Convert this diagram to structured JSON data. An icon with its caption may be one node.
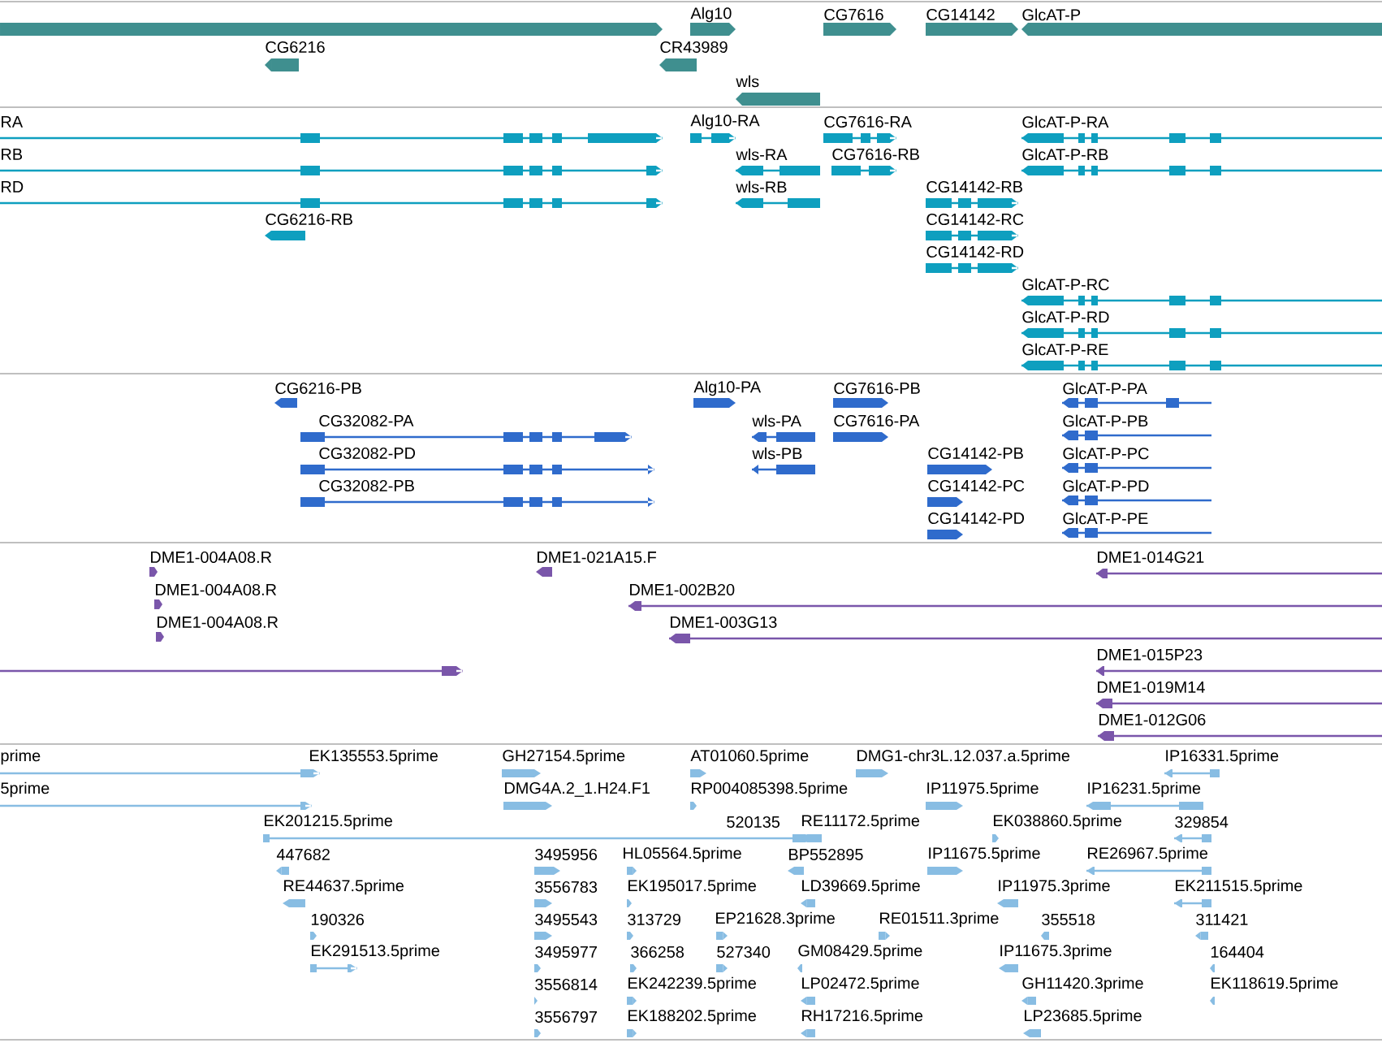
{
  "diagram": {
    "labels": [
      "Alg10",
      "CG7616",
      "CG14142",
      "GlcAT-P",
      "CG6216",
      "CR43989",
      "wls",
      "RA",
      "Alg10-RA",
      "CG7616-RA",
      "GlcAT-P-RA",
      "RB",
      "wls-RA",
      "CG7616-RB",
      "GlcAT-P-RB",
      "RD",
      "wls-RB",
      "CG14142-RB",
      "CG6216-RB",
      "CG14142-RC",
      "CG14142-RD",
      "GlcAT-P-RC",
      "GlcAT-P-RD",
      "GlcAT-P-RE",
      "CG6216-PB",
      "Alg10-PA",
      "CG7616-PB",
      "GlcAT-P-PA",
      "CG32082-PA",
      "wls-PA",
      "CG7616-PA",
      "GlcAT-P-PB",
      "CG32082-PD",
      "wls-PB",
      "CG14142-PB",
      "GlcAT-P-PC",
      "CG32082-PB",
      "CG14142-PC",
      "GlcAT-P-PD",
      "CG14142-PD",
      "GlcAT-P-PE",
      "DME1-004A08.R",
      "DME1-021A15.F",
      "DME1-014G21",
      "DME1-004A08.R",
      "DME1-002B20",
      "DME1-004A08.R",
      "DME1-003G13",
      "DME1-015P23",
      "DME1-019M14",
      "DME1-012G06",
      "prime",
      "EK135553.5prime",
      "GH27154.5prime",
      "AT01060.5prime",
      "DMG1-chr3L.12.037.a.5prime",
      "IP16331.5prime",
      "5prime",
      "DMG4A.2_1.H24.F1",
      "RP004085398.5prime",
      "IP11975.5prime",
      "IP16231.5prime",
      "EK201215.5prime",
      "520135",
      "RE11172.5prime",
      "EK038860.5prime",
      "329854",
      "447682",
      "3495956",
      "HL05564.5prime",
      "BP552895",
      "IP11675.5prime",
      "RE26967.5prime",
      "RE44637.5prime",
      "3556783",
      "EK195017.5prime",
      "LD39669.5prime",
      "IP11975.3prime",
      "EK211515.5prime",
      "190326",
      "3495543",
      "313729",
      "EP21628.3prime",
      "RE01511.3prime",
      "355518",
      "311421",
      "EK291513.5prime",
      "3495977",
      "366258",
      "527340",
      "GM08429.5prime",
      "IP11675.3prime",
      "164404",
      "3556814",
      "EK242239.5prime",
      "LP02472.5prime",
      "GH11420.3prime",
      "EK118619.5prime",
      "3556797",
      "EK188202.5prime",
      "RH17216.5prime",
      "LP23685.5prime"
    ]
  }
}
